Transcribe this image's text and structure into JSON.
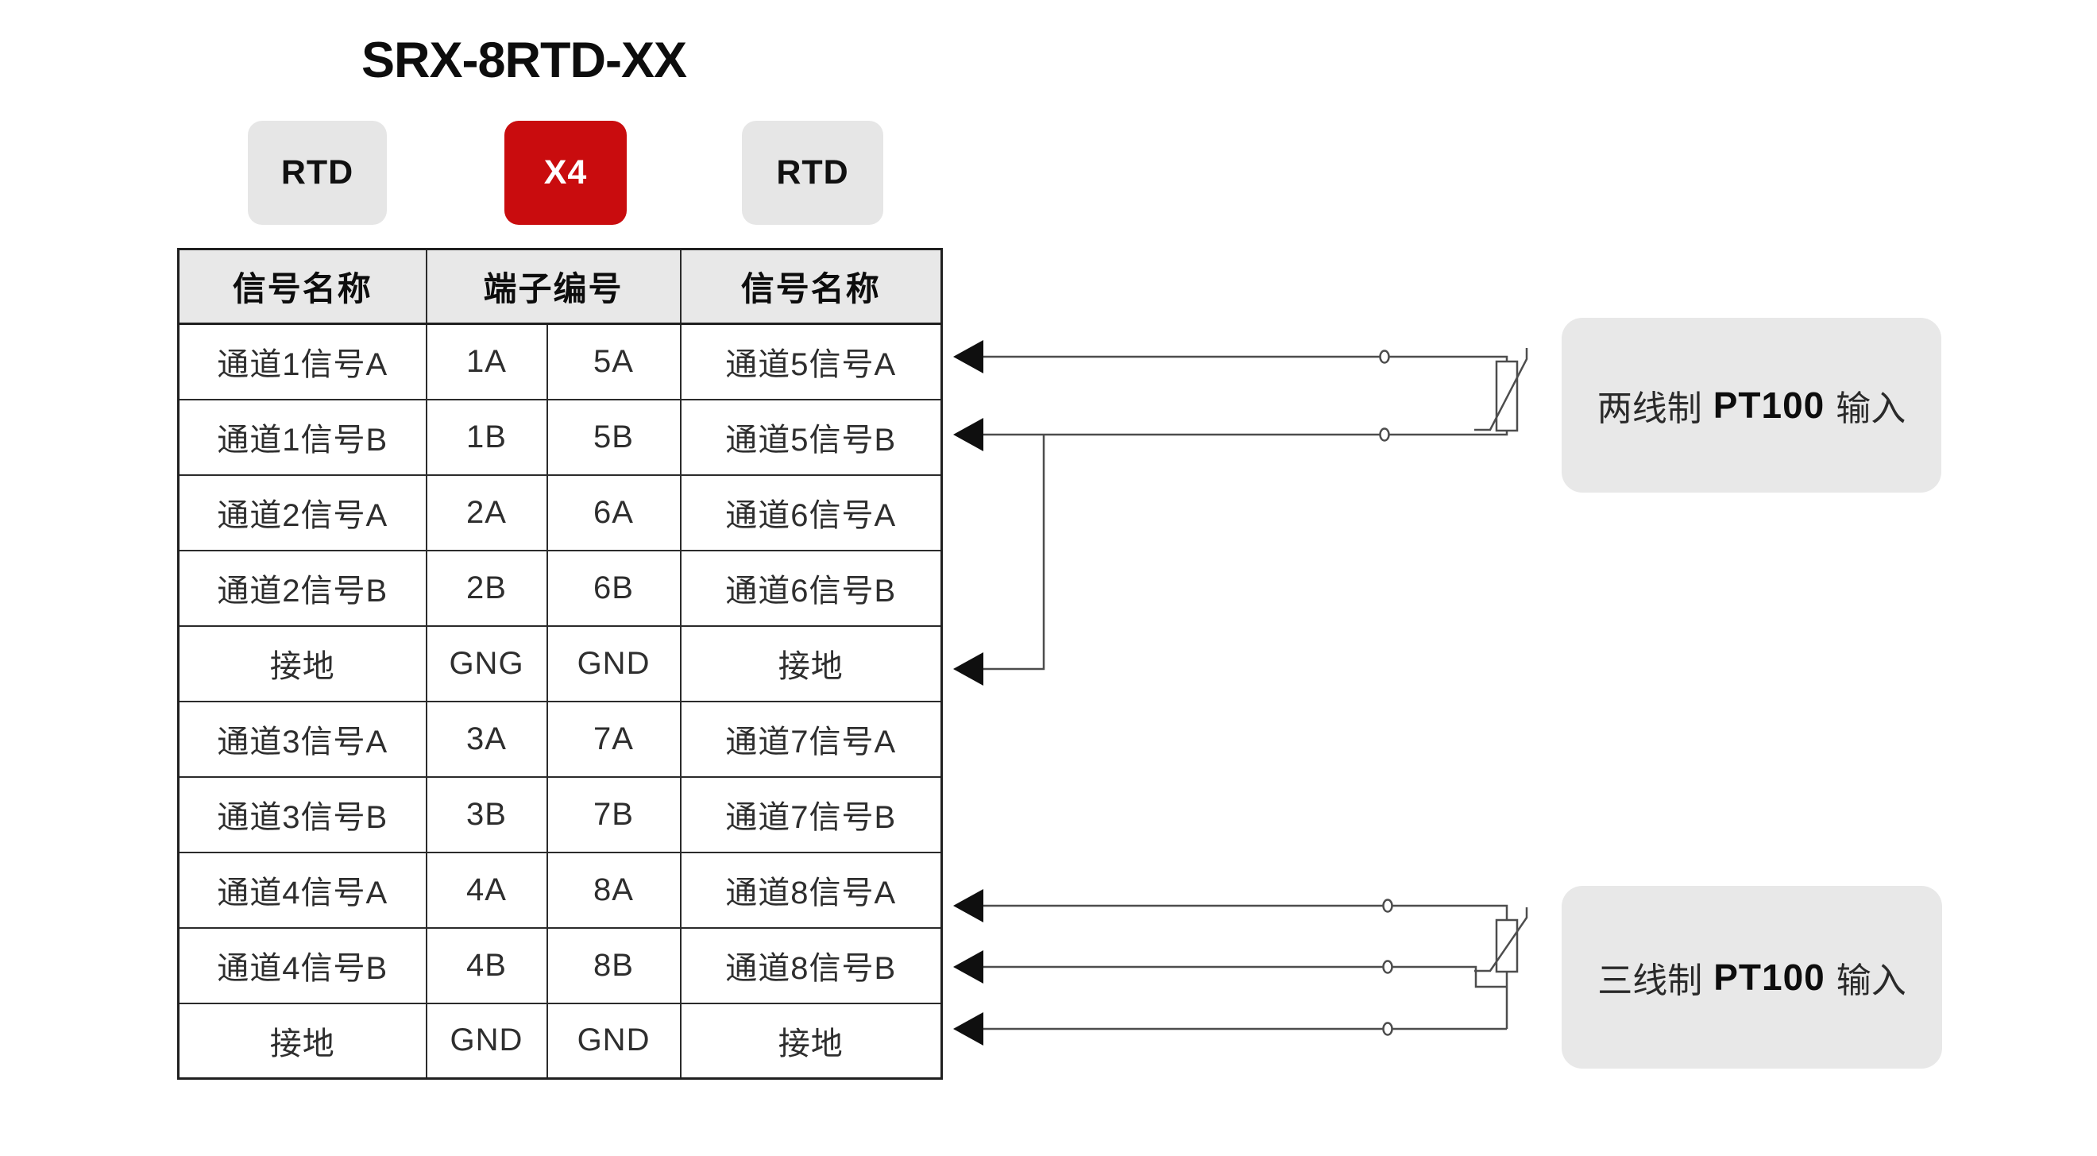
{
  "page": {
    "title": "SRX-8RTD-XX"
  },
  "badges": [
    {
      "label": "RTD",
      "variant": "gray"
    },
    {
      "label": "X4",
      "variant": "red"
    },
    {
      "label": "RTD",
      "variant": "gray"
    }
  ],
  "table": {
    "headers": [
      "信号名称",
      "端子编号",
      "信号名称"
    ],
    "rows": [
      [
        "通道1信号A",
        "1A",
        "5A",
        "通道5信号A"
      ],
      [
        "通道1信号B",
        "1B",
        "5B",
        "通道5信号B"
      ],
      [
        "通道2信号A",
        "2A",
        "6A",
        "通道6信号A"
      ],
      [
        "通道2信号B",
        "2B",
        "6B",
        "通道6信号B"
      ],
      [
        "接地",
        "GNG",
        "GND",
        "接地"
      ],
      [
        "通道3信号A",
        "3A",
        "7A",
        "通道7信号A"
      ],
      [
        "通道3信号B",
        "3B",
        "7B",
        "通道7信号B"
      ],
      [
        "通道4信号A",
        "4A",
        "8A",
        "通道8信号A"
      ],
      [
        "通道4信号B",
        "4B",
        "8B",
        "通道8信号B"
      ],
      [
        "接地",
        "GND",
        "GND",
        "接地"
      ]
    ]
  },
  "diagrams": {
    "two_wire": {
      "prefix": "两线制",
      "model": "PT100",
      "suffix": "输入"
    },
    "three_wire": {
      "prefix": "三线制",
      "model": "PT100",
      "suffix": "输入"
    }
  },
  "colors": {
    "accent_red": "#c90c0e",
    "badge_gray": "#e6e6e6",
    "table_header_gray": "#e8e8e8",
    "label_box_gray": "#e8e8e8",
    "table_border": "#1f1f1f",
    "wire_gray": "#4d4d4d",
    "arrow_black": "#0f0f0f"
  }
}
